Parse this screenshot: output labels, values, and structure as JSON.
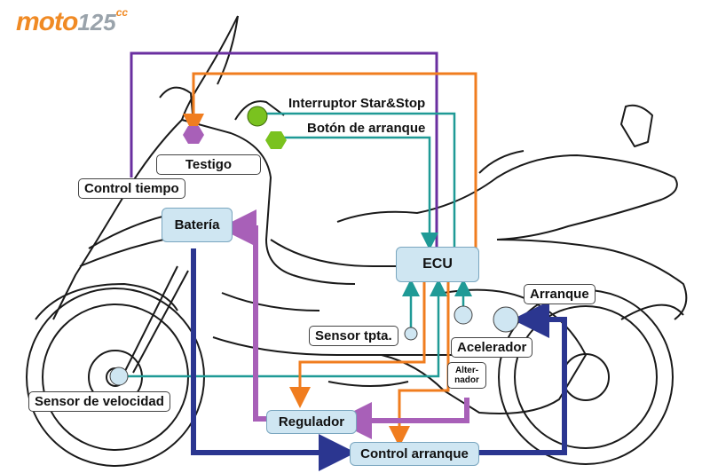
{
  "logo": {
    "moto": "moto",
    "num": "125",
    "cc": "cc"
  },
  "labels": {
    "interruptor": "Interruptor Star&Stop",
    "boton": "Botón de arranque",
    "testigo": "Testigo",
    "control_tiempo": "Control tiempo",
    "bateria": "Batería",
    "ecu": "ECU",
    "arranque": "Arranque",
    "sensor_tpta": "Sensor tpta.",
    "acelerador": "Acelerador",
    "alternador_1": "Alter-",
    "alternador_2": "nador",
    "sensor_velocidad": "Sensor de velocidad",
    "regulador": "Regulador",
    "control_arranque": "Control arranque"
  },
  "colors": {
    "purple": "#6a2fa0",
    "orange": "#f07d1f",
    "teal": "#1f9a96",
    "navy": "#2b3690",
    "lilac": "#a860b8",
    "green_dot": "#7ac21f",
    "ecu_fill": "#cfe6f2",
    "line_art": "#1a1a1a"
  }
}
